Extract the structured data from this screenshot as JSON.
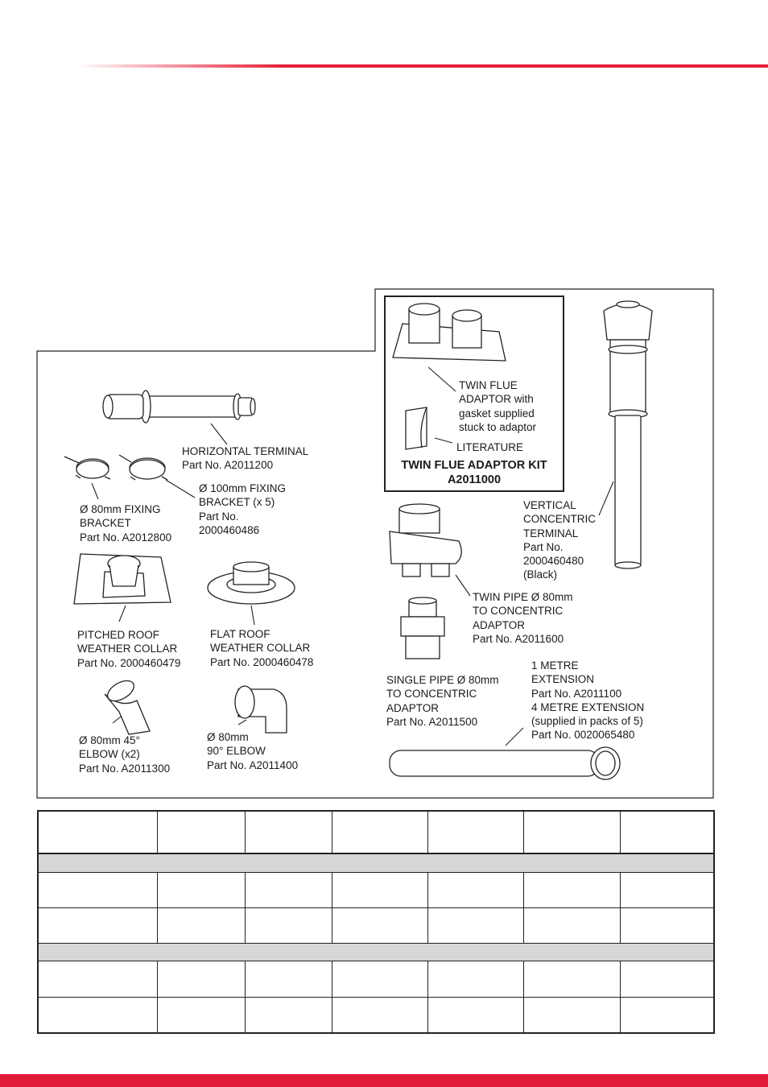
{
  "accessories": {
    "horizontal_terminal": "HORIZONTAL TERMINAL\nPart No. A2011200",
    "fixing_bracket_80": "Ø 80mm FIXING\nBRACKET\nPart No. A2012800",
    "fixing_bracket_100": "Ø 100mm FIXING\nBRACKET (x 5)\nPart No.\n2000460486",
    "pitched_roof_collar": "PITCHED ROOF\nWEATHER COLLAR\nPart No. 2000460479",
    "flat_roof_collar": "FLAT ROOF\nWEATHER COLLAR\nPart No. 2000460478",
    "elbow_45": "Ø 80mm 45°\nELBOW (x2)\nPart No. A2011300",
    "elbow_90": "Ø 80mm\n90° ELBOW\nPart No. A2011400",
    "twin_flue_adaptor": "TWIN FLUE\nADAPTOR with\ngasket supplied\nstuck to adaptor",
    "literature": "LITERATURE",
    "twin_flue_kit_title": "TWIN FLUE ADAPTOR KIT\nA2011000",
    "vertical_terminal": "VERTICAL\nCONCENTRIC\nTERMINAL\nPart No.\n2000460480\n(Black)",
    "twin_pipe_adaptor": "TWIN PIPE Ø 80mm\nTO CONCENTRIC\nADAPTOR\nPart No. A2011600",
    "single_pipe_adaptor": "SINGLE PIPE Ø 80mm\nTO CONCENTRIC\nADAPTOR\nPart No. A2011500",
    "extensions": "1 METRE\nEXTENSION\nPart No. A2011100\n4 METRE EXTENSION\n(supplied in packs of 5)\nPart No. 0020065480"
  },
  "colors": {
    "accent": "#e21a3a",
    "band": "#d7d7d7"
  }
}
